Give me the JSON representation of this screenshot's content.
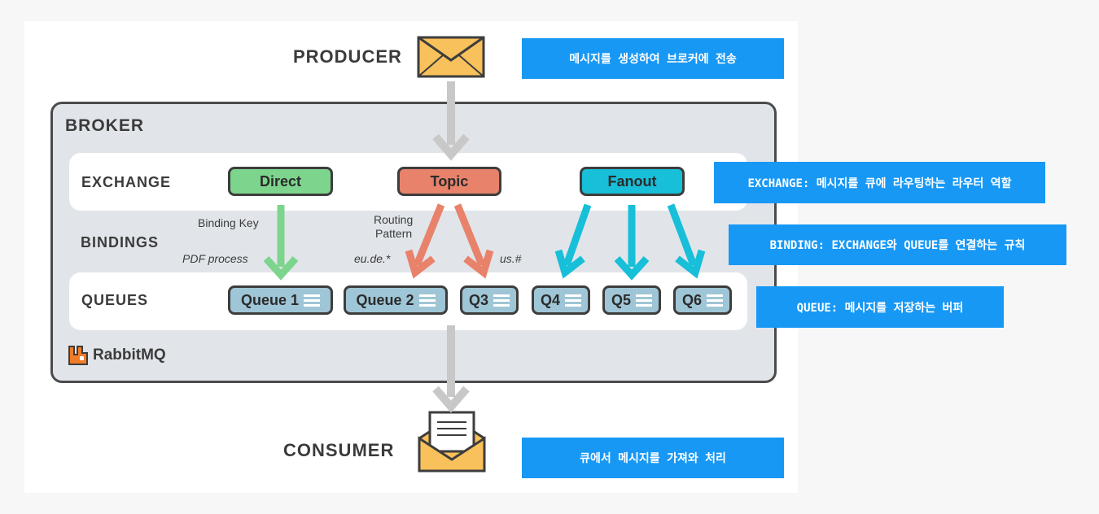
{
  "producer": {
    "label": "PRODUCER",
    "note": "메시지를 생성하여 브로커에 전송"
  },
  "broker": {
    "label": "BROKER"
  },
  "exchange": {
    "label": "EXCHANGE",
    "types": [
      "Direct",
      "Topic",
      "Fanout"
    ],
    "note": "EXCHANGE: 메시지를 큐에 라우팅하는 라우터 역할"
  },
  "bindings": {
    "label": "BINDINGS",
    "binding_key": "Binding Key",
    "routing_pattern_1": "Routing",
    "routing_pattern_2": "Pattern",
    "direct_key": "PDF process",
    "topic_key_1": "eu.de.*",
    "topic_key_2": "us.#",
    "note": "BINDING: EXCHANGE와 QUEUE를 연결하는 규칙"
  },
  "queues": {
    "label": "QUEUES",
    "items": [
      "Queue 1",
      "Queue 2",
      "Q3",
      "Q4",
      "Q5",
      "Q6"
    ],
    "note": "QUEUE: 메시지를 저장하는 버퍼"
  },
  "brand": {
    "name": "RabbitMQ"
  },
  "consumer": {
    "label": "CONSUMER",
    "note": "큐에서 메시지를 가져와 처리"
  },
  "colors": {
    "direct": "#7dd58d",
    "topic": "#e8826a",
    "fanout": "#18bfd8",
    "queue": "#9fc6d6",
    "note": "#1798f5",
    "envelope": "#f9c15b",
    "rabbitmq": "#f07c28"
  }
}
